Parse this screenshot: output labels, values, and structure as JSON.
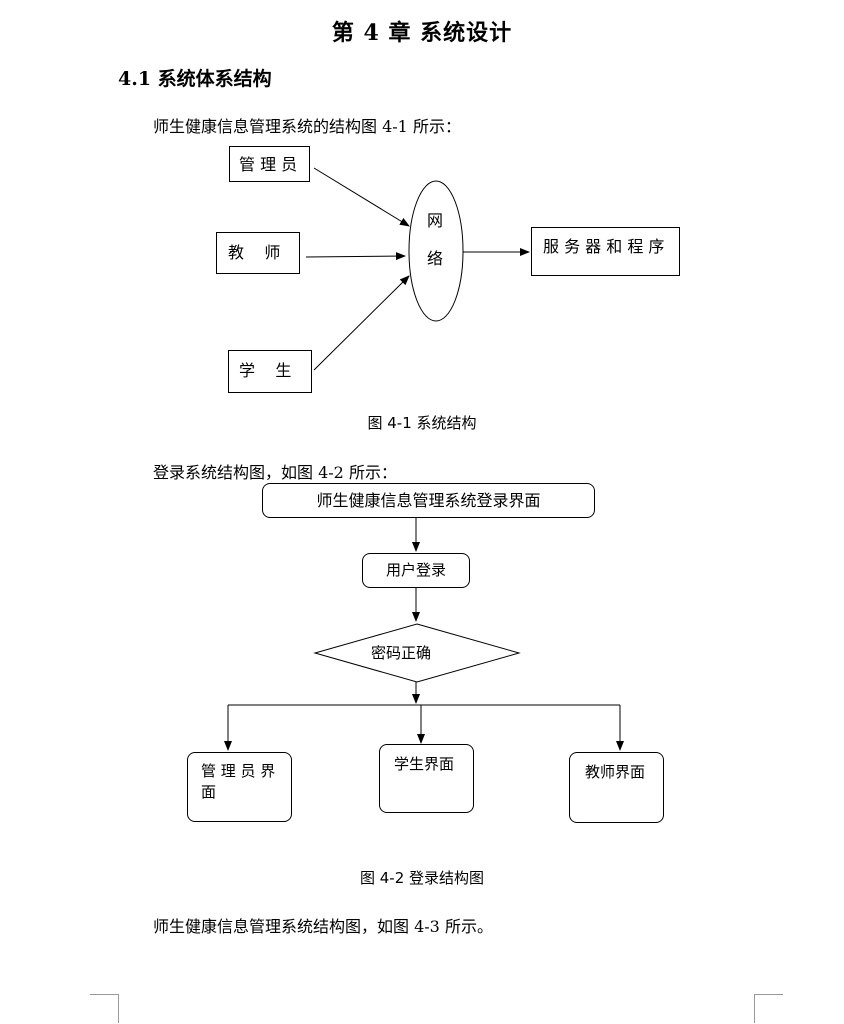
{
  "document": {
    "chapter_title": "第 4 章  系统设计",
    "section_title": "4.1  系统体系结构",
    "para1": "师生健康信息管理系统的结构图 4-1 所示：",
    "para2": "登录系统结构图，如图 4-2 所示：",
    "para3": "师生健康信息管理系统结构图，如图 4-3 所示。"
  },
  "figure1": {
    "nodes": {
      "admin": "管 理 员",
      "teacher": "教    师",
      "student": "学    生",
      "network": [
        "网",
        "络"
      ],
      "server": "服 务 器 和 程 序"
    },
    "caption": "图 4-1 系统结构"
  },
  "figure2": {
    "nodes": {
      "login_page": "师生健康信息管理系统登录界面",
      "user_login": "用户登录",
      "password_check": "密码正确",
      "admin_page": "管 理 员 界 面",
      "student_page": "学生界面",
      "teacher_page": "教师界面"
    },
    "caption": "图 4-2 登录结构图"
  }
}
